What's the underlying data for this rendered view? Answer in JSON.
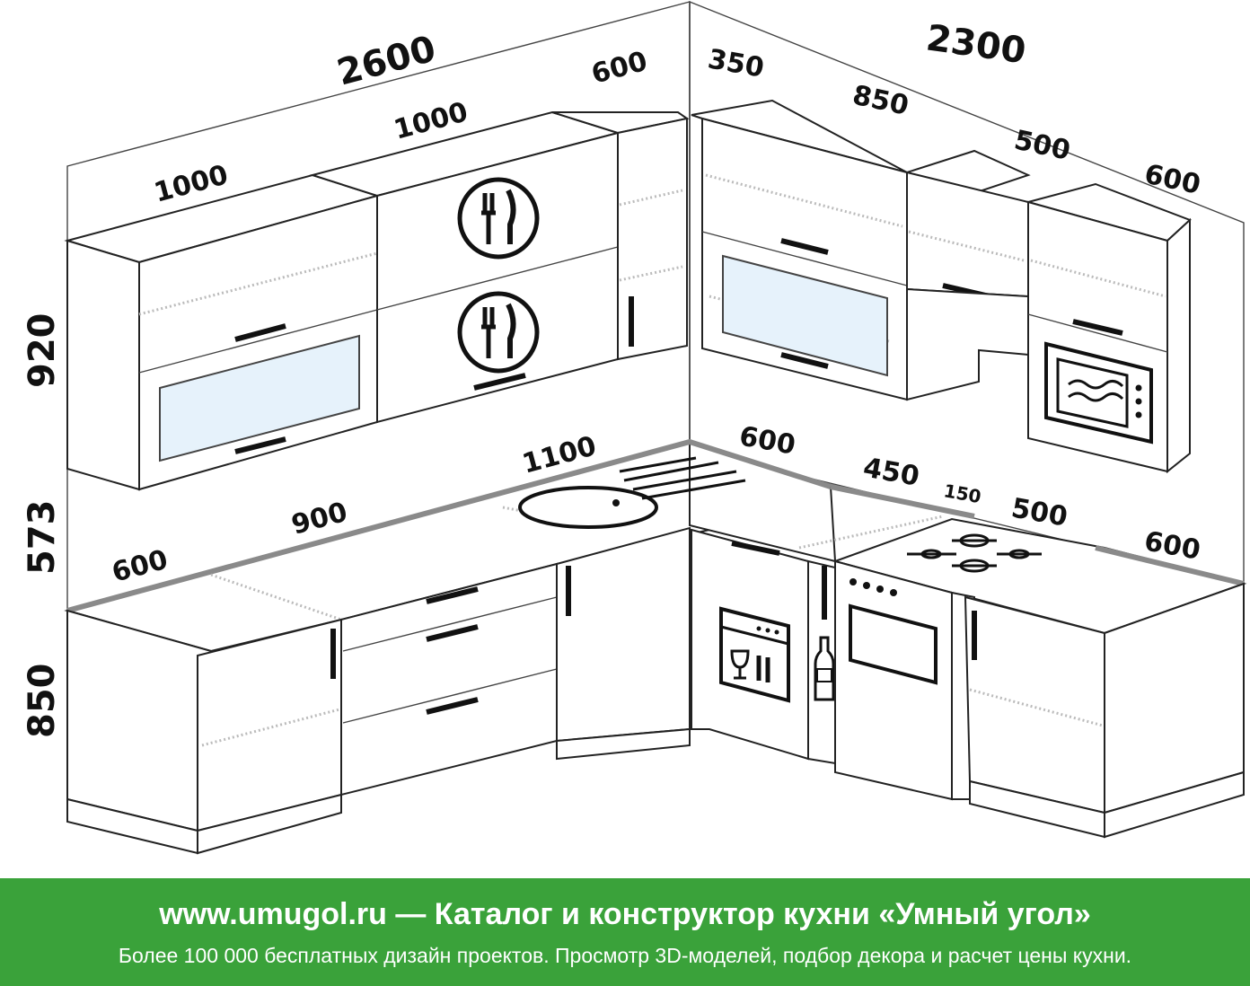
{
  "dimensions": {
    "wall_left_total": "2600",
    "wall_right_total": "2300",
    "upper_left_1": "1000",
    "upper_left_2": "1000",
    "upper_left_3": "600",
    "upper_right_corner": "350",
    "upper_right_1": "850",
    "upper_right_2": "500",
    "upper_right_3": "600",
    "height_upper": "920",
    "height_gap": "573",
    "height_lower": "850",
    "counter_left_1": "600",
    "counter_left_2": "900",
    "counter_left_3": "1100",
    "counter_right_1": "600",
    "counter_right_2": "450",
    "counter_right_gap": "150",
    "counter_right_3": "500",
    "counter_right_4": "600"
  },
  "icons": {
    "plate": "fork-knife-plate-icon",
    "hood": "range-hood-icon",
    "microwave": "microwave-icon",
    "dishwasher": "dishwasher-icon",
    "bottle": "bottle-icon",
    "stove": "gas-stove-icon",
    "sink": "sink-icon"
  },
  "footer": {
    "title": "www.umugol.ru — Каталог и конструктор кухни «Умный угол»",
    "subtitle": "Более 100 000 бесплатных дизайн проектов. Просмотр 3D-моделей, подбор декора и расчет цены кухни."
  },
  "colors": {
    "footer_bg": "#3aa23a",
    "glass": "#e6f2fb",
    "counter_edge": "#8a8a8a"
  }
}
